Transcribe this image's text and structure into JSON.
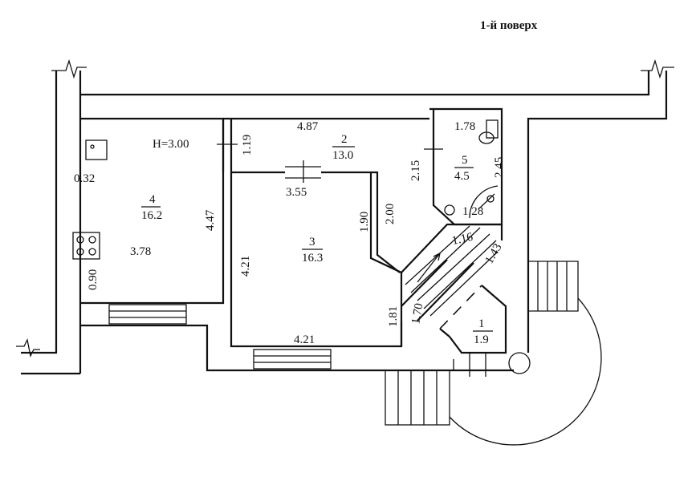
{
  "title": "1-й поверх",
  "ceiling_height": "H=3.00",
  "rooms": [
    {
      "number": "1",
      "area": "1.9"
    },
    {
      "number": "2",
      "area": "13.0"
    },
    {
      "number": "3",
      "area": "16.3"
    },
    {
      "number": "4",
      "area": "16.2"
    },
    {
      "number": "5",
      "area": "4.5"
    }
  ],
  "dimensions": {
    "kitchen_top_offset": "0.32",
    "kitchen_width": "3.78",
    "kitchen_length": "4.47",
    "kitchen_bottom_offset": "0.90",
    "hall_width": "4.87",
    "hall_depth": "1.19",
    "hall_side": "2.15",
    "hall_diag": "2.00",
    "bath_width": "1.78",
    "bath_length": "2.45",
    "bath_inner": "1.28",
    "room3_top": "3.55",
    "room3_left": "4.21",
    "room3_bottom": "4.21",
    "room3_right_upper": "1.90",
    "room3_right_lower": "1.81",
    "stair_width": "1.16",
    "stair_length": "1.43",
    "stair_lower": "1.70"
  }
}
